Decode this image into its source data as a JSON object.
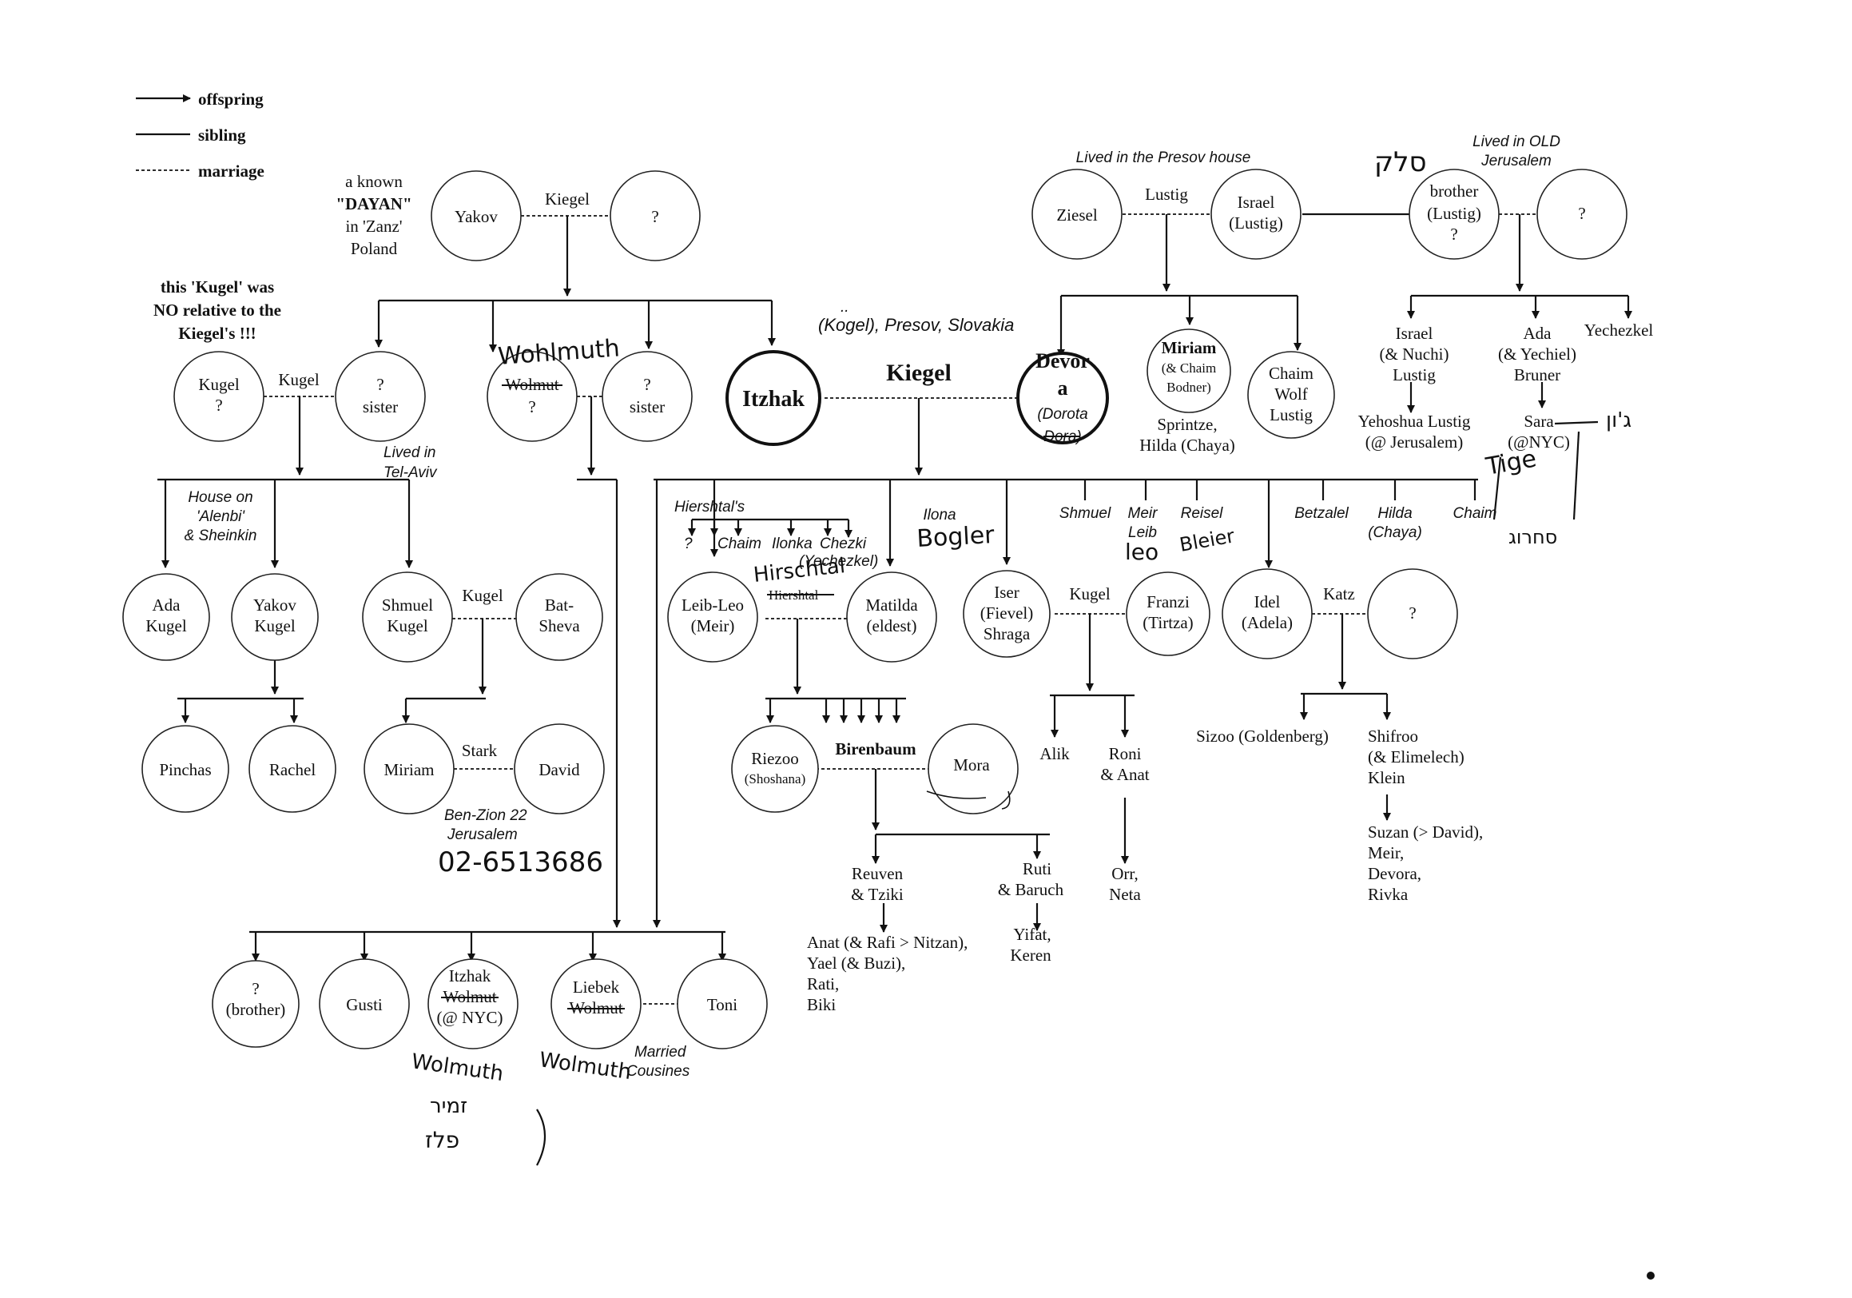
{
  "legend": {
    "offspring": "offspring",
    "sibling": "sibling",
    "marriage": "marriage"
  },
  "notes": {
    "dayan_1": "a known",
    "dayan_2": "\"DAYAN\"",
    "dayan_3": "in 'Zanz'",
    "dayan_4": "Poland",
    "kugel_1": "this 'Kugel' was",
    "kugel_2": "NO relative to the",
    "kugel_3": "Kiegel's !!!",
    "presov_house": "Lived in the Presov house",
    "old_jer_1": "Lived in OLD",
    "old_jer_2": "Jerusalem",
    "kogel_1": "..",
    "kogel_2": "(Kogel), Presov, Slovakia",
    "telaviv_1": "Lived in",
    "telaviv_2": "Tel-Aviv",
    "house_1": "House on",
    "house_2": "'Alenbi'",
    "house_3": "& Sheinkin",
    "benzion_1": "Ben-Zion 22",
    "benzion_2": "Jerusalem",
    "cousins_1": "Married",
    "cousins_2": "Cousines"
  },
  "surnames": {
    "kiegel_top": "Kiegel",
    "lustig": "Lustig",
    "kugel_top": "Kugel",
    "kiegel_main": "Kiegel",
    "kugel_shmuel": "Kugel",
    "stark": "Stark",
    "kugel_iser": "Kugel",
    "katz": "Katz",
    "birenbaum": "Birenbaum"
  },
  "people": {
    "yakov": "Yakov",
    "q_yakov": "?",
    "ziesel": "Ziesel",
    "israel_1": "Israel",
    "israel_2": "(Lustig)",
    "brother_1": "brother",
    "brother_2": "(Lustig)",
    "brother_3": "?",
    "q_brother": "?",
    "kugel_1": "Kugel",
    "kugel_2": "?",
    "sister1_1": "?",
    "sister1_2": "sister",
    "wolmut_1": "Wolmut",
    "wolmut_2": "?",
    "sister2_1": "?",
    "sister2_2": "sister",
    "itzhak": "Itzhak",
    "devora_1": "Devor",
    "devora_2": "a",
    "devora_3": "(Dorota",
    "devora_4": "Dora)",
    "miriam_1": "Miriam",
    "miriam_2": "(& Chaim",
    "miriam_3": "Bodner)",
    "miriam_4": "Sprintze,",
    "miriam_5": "Hilda (Chaya)",
    "chaim_1": "Chaim",
    "chaim_2": "Wolf",
    "chaim_3": "Lustig",
    "israel2_1": "Israel",
    "israel2_2": "(& Nuchi)",
    "israel2_3": "Lustig",
    "ada2_1": "Ada",
    "ada2_2": "(& Yechiel)",
    "ada2_3": "Bruner",
    "yechezkel": "Yechezkel",
    "yehoshua_1": "Yehoshua Lustig",
    "yehoshua_2": "(@ Jerusalem)",
    "sara_1": "Sara",
    "sara_2": "(@NYC)",
    "ada_1": "Ada",
    "ada_2": "Kugel",
    "yakovk_1": "Yakov",
    "yakovk_2": "Kugel",
    "shmuel_1": "Shmuel",
    "shmuel_2": "Kugel",
    "bat_1": "Bat-",
    "bat_2": "Sheva",
    "pinchas": "Pinchas",
    "rachel": "Rachel",
    "miriam2": "Miriam",
    "david": "David",
    "leib_1": "Leib-Leo",
    "leib_2": "(Meir)",
    "matilda_1": "Matilda",
    "matilda_2": "(eldest)",
    "iser_1": "Iser",
    "iser_2": "(Fievel)",
    "iser_3": "Shraga",
    "franzi_1": "Franzi",
    "franzi_2": "(Tirtza)",
    "idel_1": "Idel",
    "idel_2": "(Adela)",
    "q_idel": "?",
    "riezoo_1": "Riezoo",
    "riezoo_2": "(Shoshana)",
    "mora": "Mora",
    "alik": "Alik",
    "roni_1": "Roni",
    "roni_2": "& Anat",
    "orr_1": "Orr,",
    "orr_2": "Neta",
    "sizoo": "Sizoo (Goldenberg)",
    "shifroo_1": "Shifroo",
    "shifroo_2": "(& Elimelech)",
    "shifroo_3": "Klein",
    "suzan_1": "Suzan (> David),",
    "suzan_2": "Meir,",
    "suzan_3": "Devora,",
    "suzan_4": "Rivka",
    "reuven_1": "Reuven",
    "reuven_2": "& Tziki",
    "ruti_1": "Ruti",
    "ruti_2": "& Baruch",
    "anat_1": "Anat (& Rafi > Nitzan),",
    "anat_2": "Yael (& Buzi),",
    "anat_3": "Rati,",
    "anat_4": "Biki",
    "yifat_1": "Yifat,",
    "yifat_2": "Keren",
    "qb_1": "?",
    "qb_2": "(brother)",
    "gusti": "Gusti",
    "itzhakw_1": "Itzhak",
    "itzhakw_2": "Wolmut",
    "itzhakw_3": "(@ NYC)",
    "liebek_1": "Liebek",
    "liebek_2": "Wolmut",
    "toni": "Toni"
  },
  "siblings": {
    "hiershtals": "Hiershtal's",
    "q": "?",
    "chaim_h": "Chaim",
    "ilonka": "Ilonka",
    "chezki_1": "Chezki",
    "chezki_2": "(Yechezkel)",
    "ilona": "Ilona",
    "shmuel": "Shmuel",
    "meir_1": "Meir",
    "meir_2": "Leib",
    "reisel": "Reisel",
    "betzalel": "Betzalel",
    "hilda_1": "Hilda",
    "hilda_2": "(Chaya)",
    "chaim": "Chaim"
  },
  "handwriting": {
    "wohlmuth": "Wohlmuth",
    "bogler": "Bogler",
    "hirschtal": "Hirschtal",
    "leo": "leo",
    "bleier": "Bleier",
    "phone": "02-6513686",
    "wolmuth_a": "Wolmuth",
    "wolmuth_b": "Wolmuth",
    "hebrew_top": "סלק",
    "hebrew_sara_1": "ג'ון",
    "hebrew_sara_2": "Tige",
    "hebrew_sara_3": "סחרוג",
    "hebrew_bottom_1": "זמיר",
    "hebrew_bottom_2": "פלז"
  },
  "hidden_strike": {
    "hiershtal": "Hiershtal"
  }
}
